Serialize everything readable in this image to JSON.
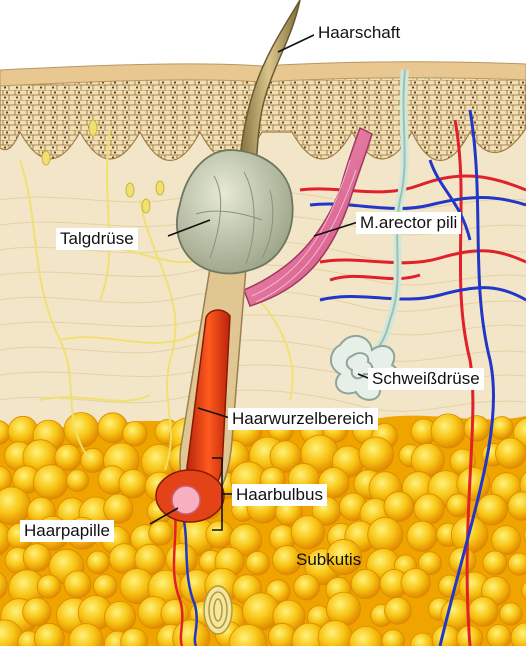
{
  "labels": {
    "haarschaft": "Haarschaft",
    "talgdruese": "Talgdrüse",
    "arrector": "M.arector pili",
    "schweissdruese": "Schweißdrüse",
    "haarwurzel": "Haarwurzelbereich",
    "haarbulbus": "Haarbulbus",
    "haarpapille": "Haarpapille",
    "subkutis": "Subkutis"
  },
  "colors": {
    "epidermis": "#e9cfa0",
    "dermis": "#f3e6c8",
    "subcutis_fat": "#f6b400",
    "hair_root": "#e23a0e",
    "sebaceous_gland": "#c9cdb2",
    "arrector_muscle": "#e0709a",
    "artery": "#e0202a",
    "vein": "#2236c8",
    "nerve": "#f0e070"
  }
}
